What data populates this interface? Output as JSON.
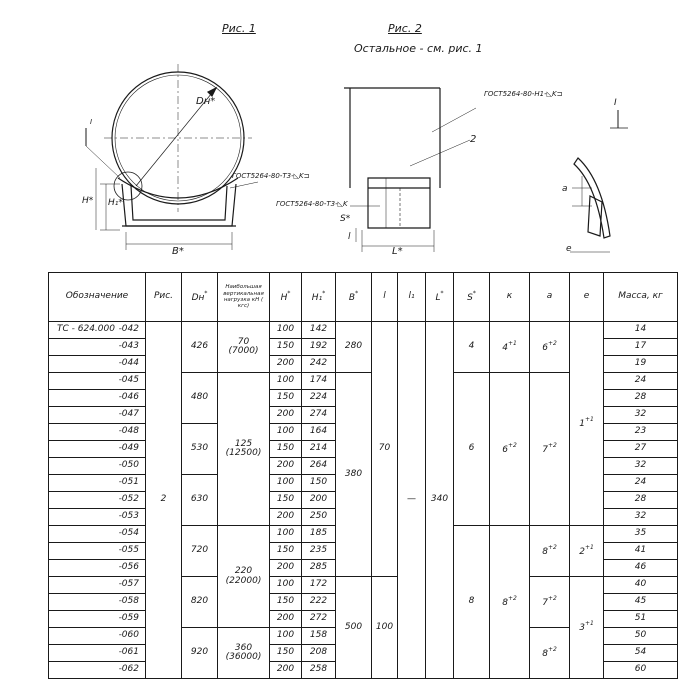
{
  "figures": {
    "fig1_title": "Рис. 1",
    "fig2_title": "Рис. 2",
    "fig2_subtitle": "Остальное - см. рис. 1",
    "fig1_labels": {
      "dn": "Dн*",
      "h": "H*",
      "h1": "H₁*",
      "b": "B*",
      "weld": "ГОСТ5264-80-Т3-◺K⊐",
      "callout": "I"
    },
    "fig2_labels": {
      "weld_top": "ГОСТ5264-80-Н1-◺K⊐",
      "weld_side": "ГОСТ5264-80-Т3-◺K",
      "s": "S*",
      "l": "l",
      "l_star": "L*",
      "part": "2"
    },
    "detail_labels": {
      "callout": "I",
      "a": "a",
      "e": "e"
    }
  },
  "table": {
    "headers": {
      "designation": "Обозначение",
      "fig": "Рис.",
      "dn": "Dн",
      "load": "Наибольшая вертикальная нагрузка кН ( кгс)",
      "h": "H",
      "h1": "H₁",
      "b": "B",
      "l": "l",
      "l1": "l₁",
      "L": "L",
      "s": "S",
      "k": "к",
      "a": "a",
      "e": "e",
      "mass": "Масса, кг"
    },
    "star": "*",
    "designation_prefix": "ТС - 624.000",
    "codes": [
      "-042",
      "-043",
      "-044",
      "-045",
      "-046",
      "-047",
      "-048",
      "-049",
      "-050",
      "-051",
      "-052",
      "-053",
      "-054",
      "-055",
      "-056",
      "-057",
      "-058",
      "-059",
      "-060",
      "-061",
      "-062"
    ],
    "fig_value": "2",
    "dn_groups": [
      "426",
      "480",
      "530",
      "630",
      "720",
      "820",
      "920"
    ],
    "load_groups": [
      {
        "kn": "70",
        "kgs": "(7000)"
      },
      {
        "kn": "125",
        "kgs": "(12500)"
      },
      {
        "kn": "220",
        "kgs": "(22000)"
      },
      {
        "kn": "360",
        "kgs": "(36000)"
      }
    ],
    "h_values": [
      "100",
      "150",
      "200",
      "100",
      "150",
      "200",
      "100",
      "150",
      "200",
      "100",
      "150",
      "200",
      "100",
      "150",
      "200",
      "100",
      "150",
      "200",
      "100",
      "150",
      "200"
    ],
    "h1_values": [
      "142",
      "192",
      "242",
      "174",
      "224",
      "274",
      "164",
      "214",
      "264",
      "150",
      "200",
      "250",
      "185",
      "235",
      "285",
      "172",
      "222",
      "272",
      "158",
      "208",
      "258"
    ],
    "b_groups": [
      "280",
      "380",
      "500"
    ],
    "l_groups": [
      "70",
      "100"
    ],
    "l1_value": "—",
    "L_value": "340",
    "s_groups": [
      "4",
      "6",
      "8"
    ],
    "k_groups": [
      {
        "base": "4",
        "tol": "+1"
      },
      {
        "base": "6",
        "tol": "+2"
      },
      {
        "base": "8",
        "tol": "+2"
      }
    ],
    "a_groups": [
      {
        "base": "6",
        "tol": "+2"
      },
      {
        "base": "7",
        "tol": "+2"
      },
      {
        "base": "8",
        "tol": "+2"
      },
      {
        "base": "7",
        "tol": "+2"
      },
      {
        "base": "8",
        "tol": "+2"
      }
    ],
    "e_groups": [
      {
        "base": "1",
        "tol": "+1"
      },
      {
        "base": "2",
        "tol": "+1"
      },
      {
        "base": "3",
        "tol": "+1"
      }
    ],
    "mass_values": [
      "14",
      "17",
      "19",
      "24",
      "28",
      "32",
      "23",
      "27",
      "32",
      "24",
      "28",
      "32",
      "35",
      "41",
      "46",
      "40",
      "45",
      "51",
      "50",
      "54",
      "60"
    ]
  }
}
